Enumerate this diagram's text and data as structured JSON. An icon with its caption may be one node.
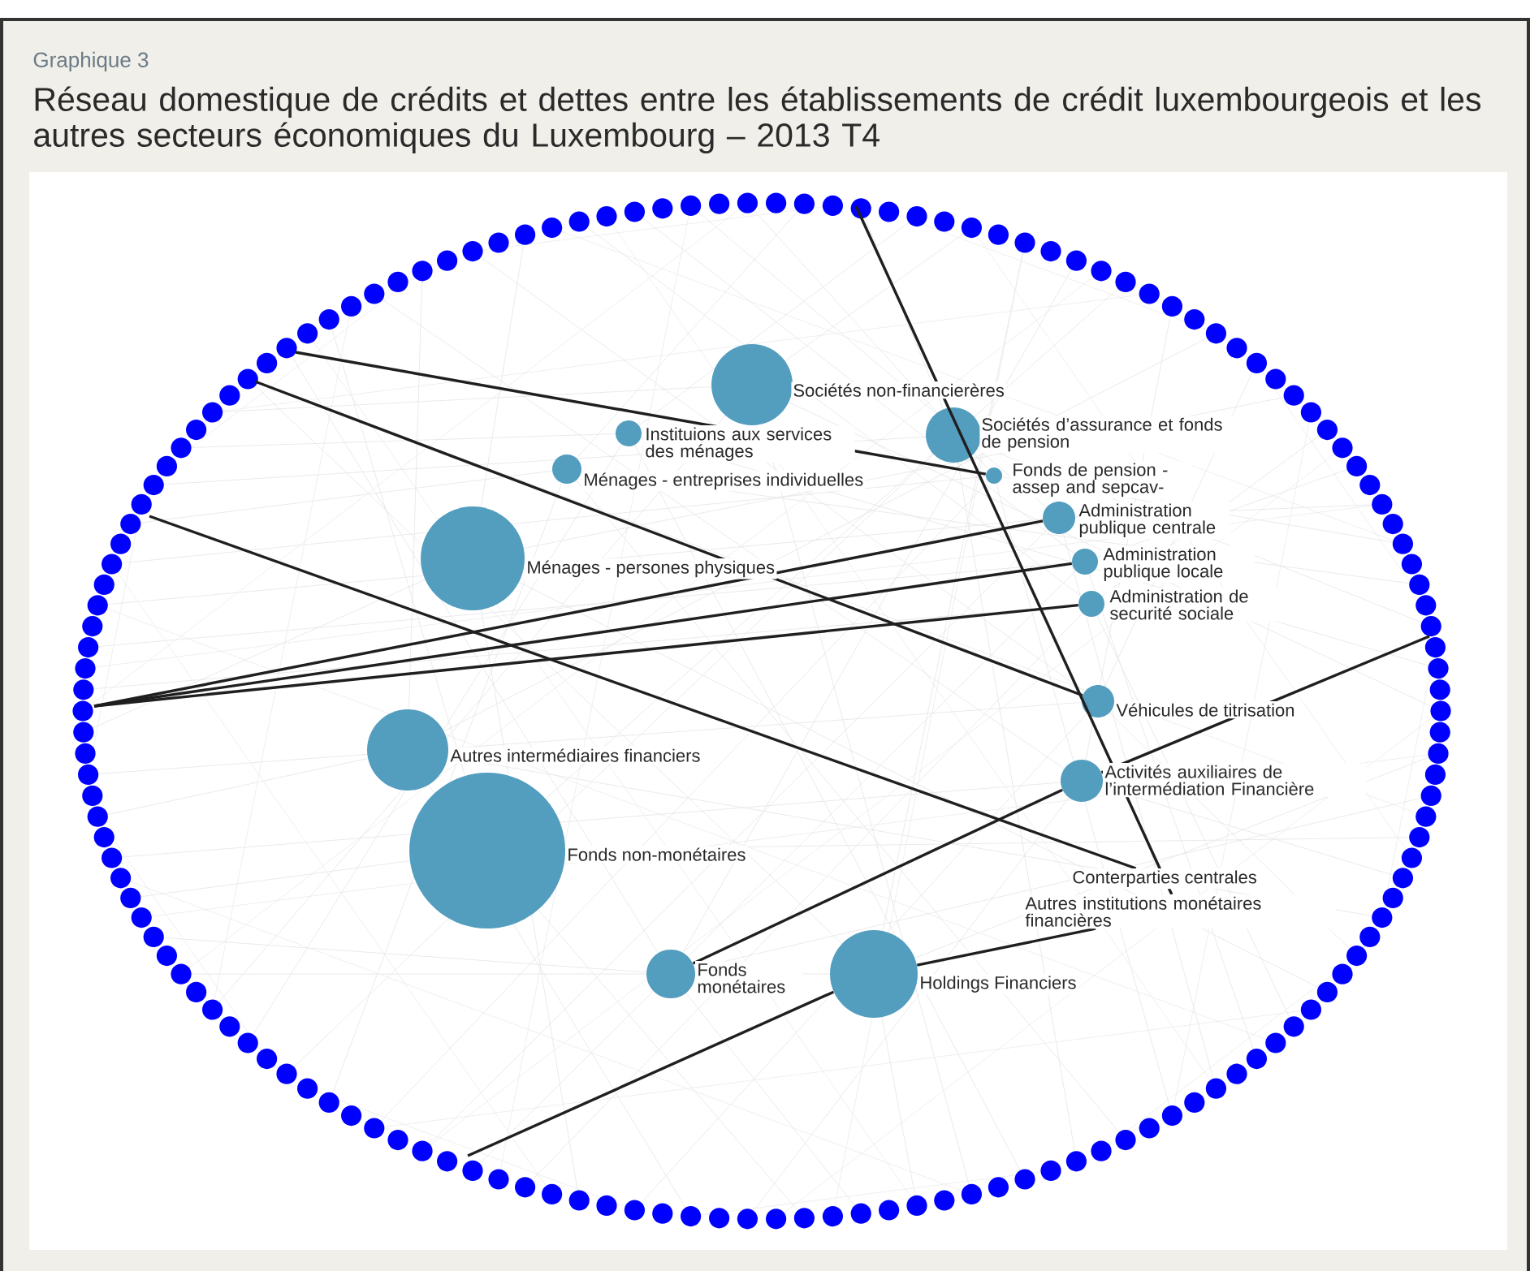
{
  "diagram": {
    "title": "Réseau domestique de crédits et dettes entre les établissements de crédit luxembourgeois et les autres secteurs économiques du Luxembourg – 2013 T4",
    "nodes": [
      {
        "text": [
          "Sociétés non-financierères"
        ]
      },
      {
        "text": [
          "Instituions aux services des ménages"
        ]
      },
      {
        "text": [
          "Sociétés d’assurance et fonds de pension"
        ]
      },
      {
        "text": [
          "Ménages - entreprises individuelles"
        ]
      },
      {
        "text": [
          "Fonds de pension - assep and sepcav-"
        ]
      },
      {
        "text": [
          "Administration publique centrale"
        ]
      },
      {
        "text": [
          "Administration publique locale"
        ]
      },
      {
        "text": [
          "Administration de securité sociale"
        ]
      },
      {
        "text": [
          "Ménages - persones physiques"
        ]
      },
      {
        "text": [
          "Véhicules de titrisation"
        ]
      },
      {
        "text": [
          "Autres intermédiaires financiers"
        ]
      },
      {
        "text": [
          "Activités auxiliaires de l’intermédiation Financière"
        ]
      },
      {
        "text": [
          "Fonds non-monétaires"
        ]
      },
      {
        "text": [
          "Conterparties centrales"
        ]
      },
      {
        "text": [
          "Autres institutions monétaires financières"
        ]
      },
      {
        "text": [
          "Fonds monétaires"
        ]
      },
      {
        "text": [
          "Holdings Financiers"
        ]
      }
    ],
    "edges": [
      {
        "from": null,
        "to": 4,
        "arrow": "none"
      },
      {
        "from": null,
        "to": 9,
        "arrow": "none"
      },
      {
        "from": null,
        "to": 13,
        "arrow": "none"
      },
      {
        "from": null,
        "to": 5,
        "arrow": "none"
      },
      {
        "from": null,
        "to": 6,
        "arrow": "none"
      },
      {
        "from": null,
        "to": 7,
        "arrow": "none"
      },
      {
        "from": null,
        "to": 14,
        "arrow": "none"
      },
      {
        "from": null,
        "to": 11,
        "arrow": "none"
      },
      {
        "from": 11,
        "to": 15,
        "arrow": "none"
      },
      {
        "from": null,
        "to": 16,
        "arrow": "none"
      },
      {
        "from": 16,
        "to": 14,
        "arrow": "none"
      }
    ],
    "labels": [
      "Graphique 3"
    ]
  }
}
